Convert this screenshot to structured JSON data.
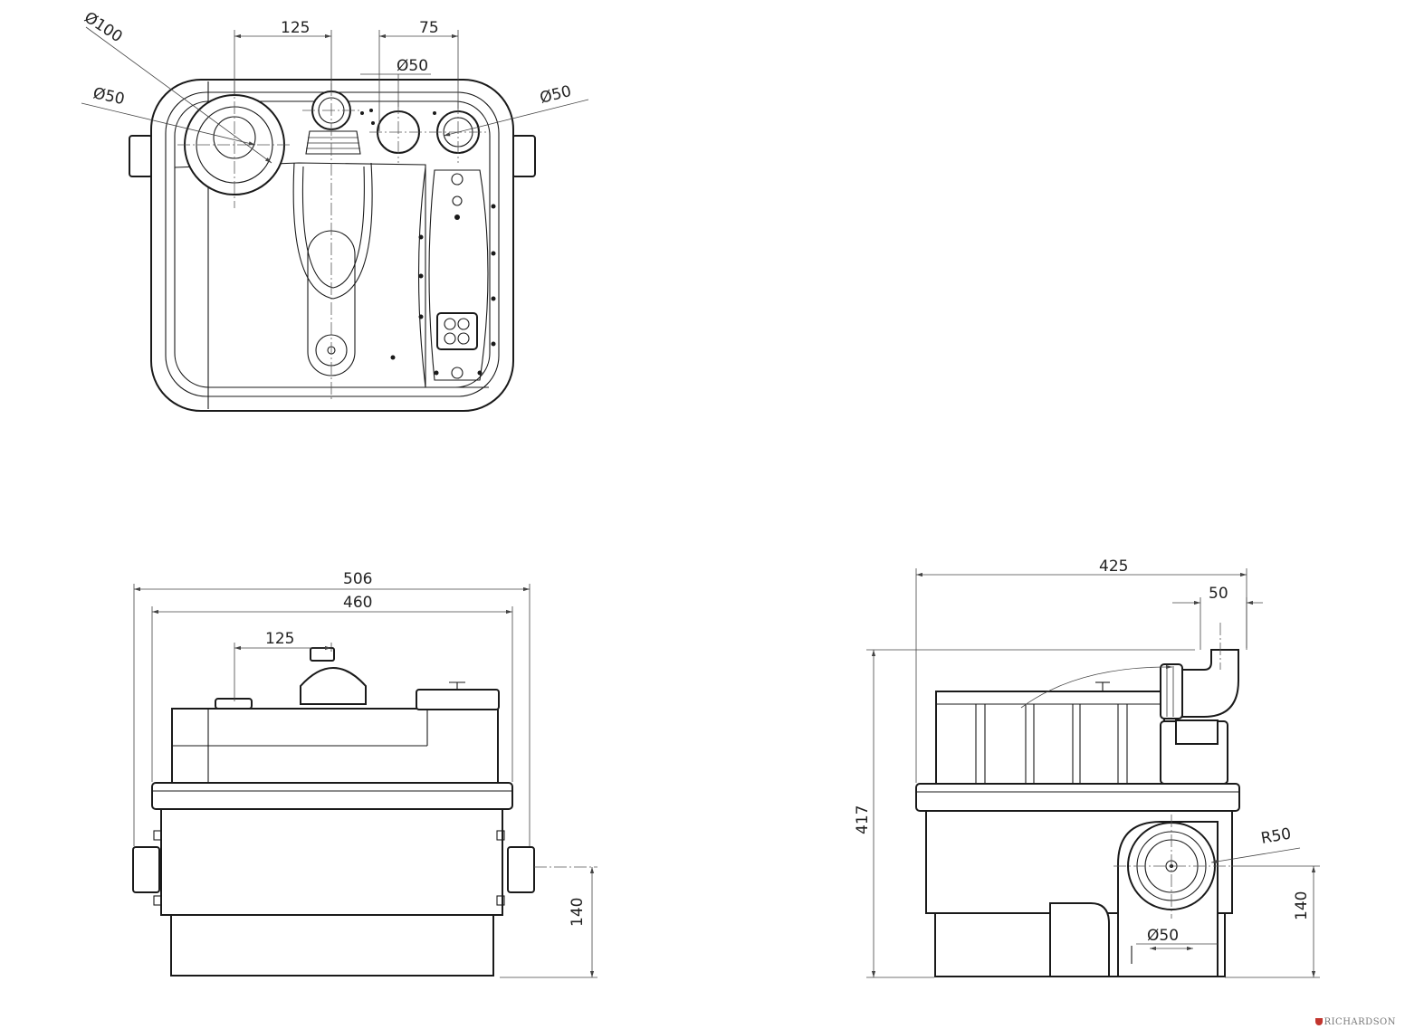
{
  "top_view": {
    "dim_125": "125",
    "dim_75": "75",
    "dia_100": "Ø100",
    "dia_50_left": "Ø50",
    "dia_50_mid": "Ø50",
    "dia_50_right": "Ø50"
  },
  "front_view": {
    "dim_506": "506",
    "dim_460": "460",
    "dim_125": "125",
    "dim_140": "140"
  },
  "side_view": {
    "dim_425": "425",
    "dim_50": "50",
    "dim_417": "417",
    "dim_r50": "R50",
    "dim_140": "140",
    "dia_50": "Ø50"
  },
  "brand": {
    "name": "RICHARDSON",
    "mark_color": "#c2352e"
  }
}
